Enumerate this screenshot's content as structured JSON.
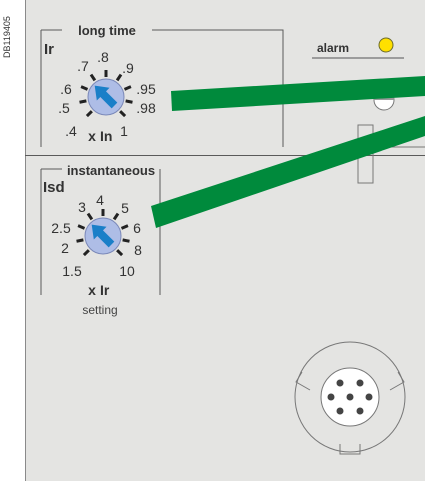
{
  "doc_id": "DB119405",
  "long_time": {
    "title": "long time",
    "param": "Ir",
    "scale_labels": [
      ".7",
      ".8",
      ".9",
      ".6",
      ".95",
      ".5",
      ".98",
      ".4",
      "1"
    ],
    "unit_x": "x",
    "unit": "In"
  },
  "instantaneous": {
    "title": "instantaneous",
    "param": "Isd",
    "scale_labels": [
      "3",
      "4",
      "5",
      "2.5",
      "6",
      "2",
      "8",
      "1.5",
      "10"
    ],
    "unit_x": "x",
    "unit": "Ir",
    "footer": "setting"
  },
  "alarm": {
    "label": "alarm",
    "led_color": "#ffe000"
  },
  "colors": {
    "panel": "#e4e4e2",
    "pointer_bar": "#008a3c",
    "knob": "#aebde6",
    "knob_arrow": "#1a7fc8"
  },
  "icons": [
    "tick-dial-icon",
    "alarm-led-icon",
    "test-connector-icon"
  ]
}
